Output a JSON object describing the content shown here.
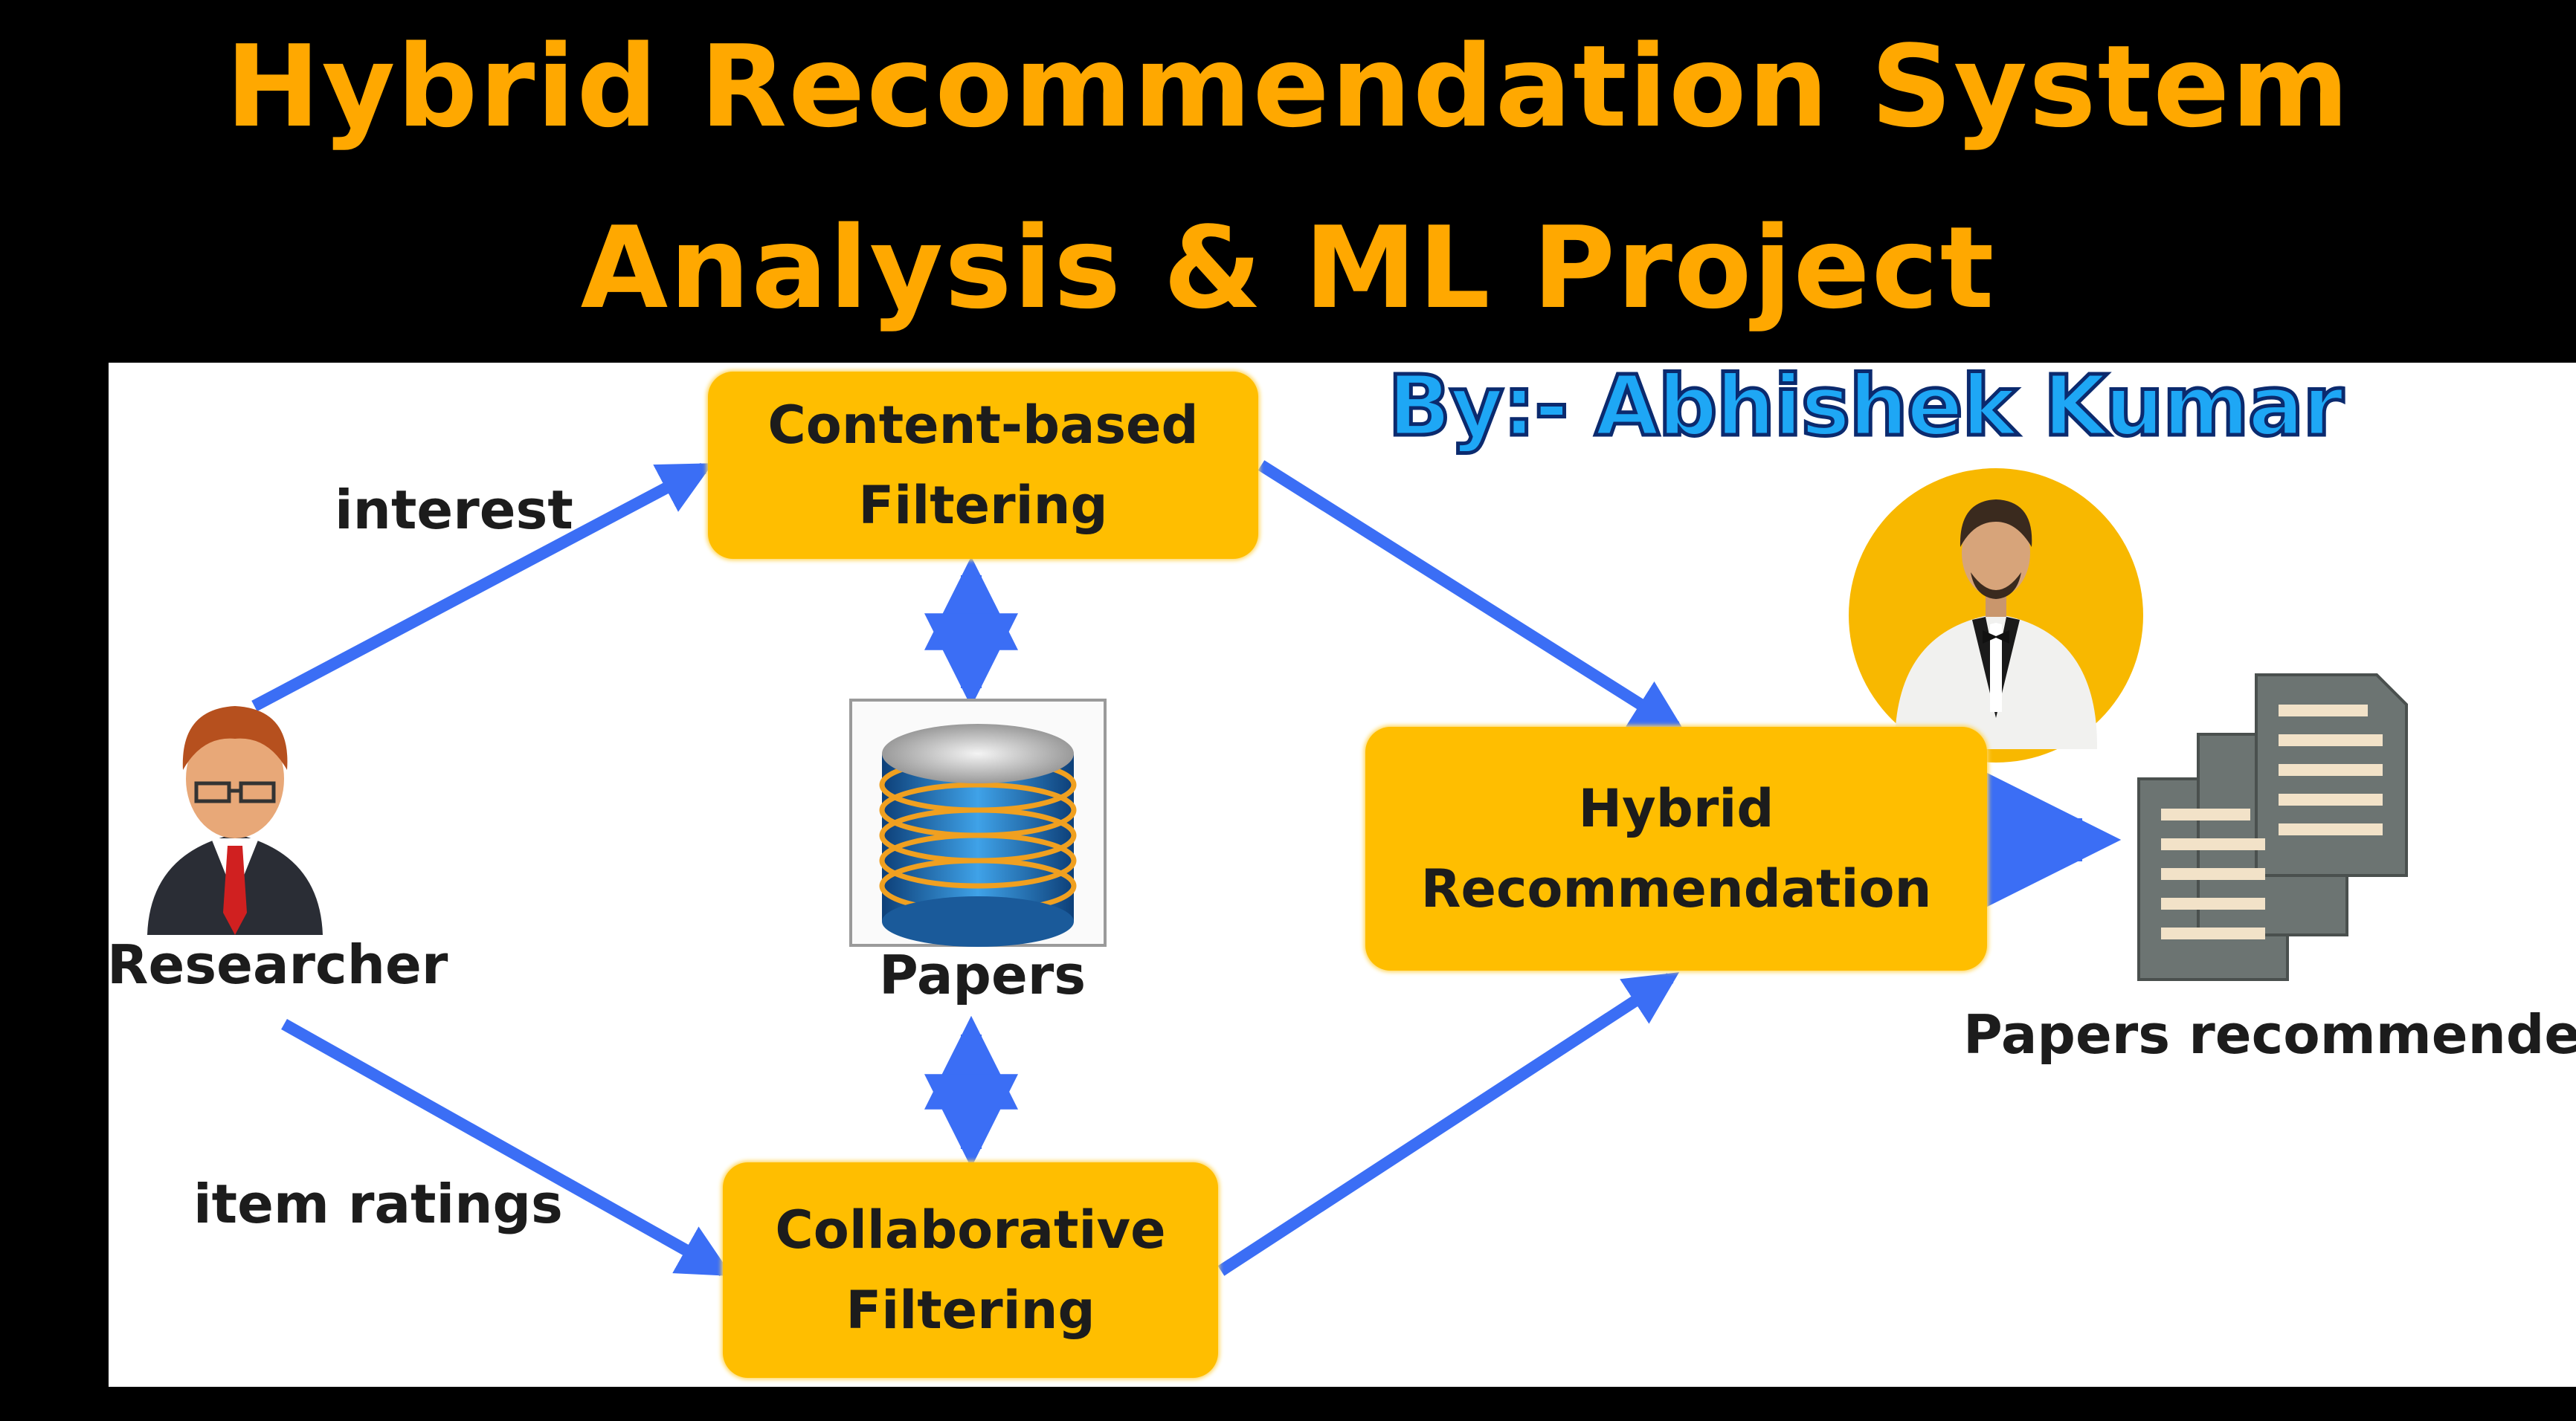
{
  "title": {
    "line1": "Hybrid Recommendation System",
    "line2": "Analysis & ML Project"
  },
  "author": "By:- Abhishek Kumar",
  "nodes": {
    "content_based": "Content-based\nFiltering",
    "collaborative": "Collaborative\nFiltering",
    "hybrid": "Hybrid\nRecommendation"
  },
  "labels": {
    "interest": "interest",
    "item_ratings": "item ratings",
    "researcher": "Researcher",
    "papers": "Papers",
    "papers_recommended": "Papers recommended"
  },
  "icons": [
    "researcher-icon",
    "database-icon",
    "documents-icon",
    "author-avatar"
  ],
  "colors": {
    "title": "#FFA800",
    "node": "#FFBE00",
    "arrow": "#3B6EF5",
    "author_text": "#1EA7F5"
  }
}
